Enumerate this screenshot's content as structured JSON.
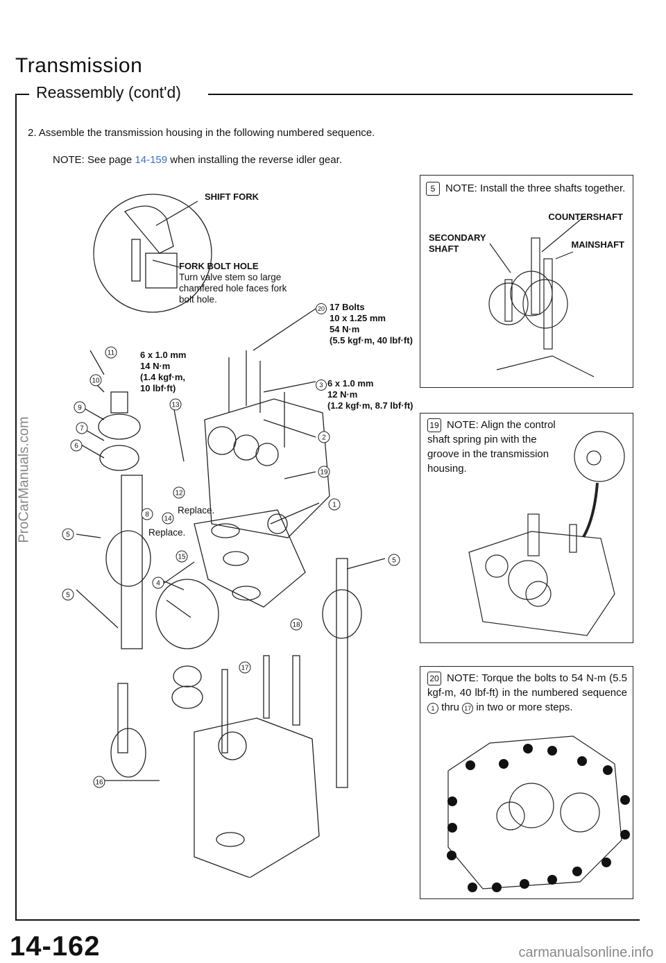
{
  "header": {
    "title": "Transmission",
    "subtitle": "Reassembly (cont'd)"
  },
  "instruction": {
    "step": "2.  Assemble the transmission housing in the following numbered sequence.",
    "note_prefix": "NOTE:  See page ",
    "note_link": "14-159",
    "note_suffix": " when installing the reverse idler gear."
  },
  "panels": {
    "p5": {
      "num": "5",
      "note": "NOTE:  Install the three shafts together.",
      "countershaft": "COUNTERSHAFT",
      "secondary": "SECONDARY SHAFT",
      "mainshaft": "MAINSHAFT"
    },
    "p19": {
      "num": "19",
      "note": "NOTE:  Align the control shaft spring pin with the groove in the transmission housing."
    },
    "p20": {
      "num": "20",
      "note_a": "NOTE:  Torque the bolts to 54 N-m (5.5 kgf-m, 40 lbf-ft) in the numbered sequence",
      "c1": "1",
      "thru": "thru",
      "c17": "17",
      "note_b": "in two or more steps."
    }
  },
  "diagram": {
    "shift_fork": "SHIFT FORK",
    "fork_bolt_hole": "FORK BOLT HOLE",
    "fork_bolt_desc": "Turn valve stem so large chamfered hole faces fork bolt hole.",
    "spec20_num": "20",
    "spec20_a": "17 Bolts",
    "spec20_b": "10 x 1.25 mm",
    "spec20_c": "54 N·m",
    "spec20_d": "(5.5 kgf·m, 40 lbf·ft)",
    "spec11_a": "6 x 1.0 mm",
    "spec11_b": "14 N·m",
    "spec11_c": "(1.4 kgf·m,",
    "spec11_d": "10 lbf·ft)",
    "spec3_num": "3",
    "spec3_a": "6 x 1.0 mm",
    "spec3_b": "12 N·m",
    "spec3_c": "(1.2 kgf·m, 8.7 lbf·ft)",
    "replace1": "Replace.",
    "replace2": "Replace.",
    "callouts": [
      "11",
      "10",
      "9",
      "7",
      "6",
      "13",
      "12",
      "8",
      "14",
      "5",
      "15",
      "4",
      "5",
      "2",
      "19",
      "1",
      "5",
      "18",
      "17",
      "16"
    ]
  },
  "footer": {
    "page_number": "14-162",
    "wm_left": "ProCarManuals.com",
    "wm_right": "carmanualsonline.info"
  }
}
